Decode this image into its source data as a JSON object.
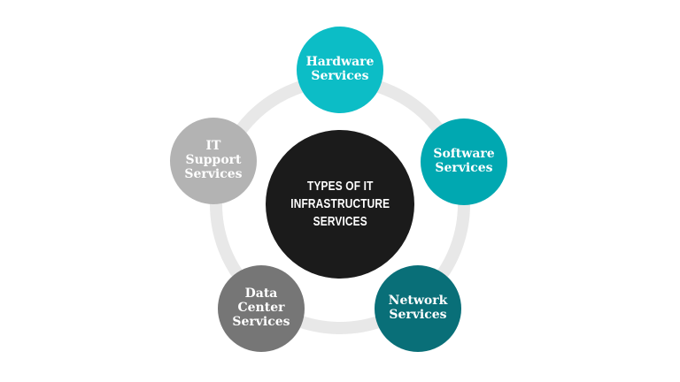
{
  "diagram": {
    "background_color": "#ffffff",
    "ring_color": "#e8e8e8",
    "text_color": "#ffffff",
    "center": {
      "label": "TYPES OF IT\nINFRASTRUCTURE\nSERVICES",
      "color": "#1b1b1b"
    },
    "nodes": [
      {
        "id": "hardware-services",
        "label": "Hardware\nServices",
        "color": "#0cbdc6"
      },
      {
        "id": "software-services",
        "label": "Software\nServices",
        "color": "#00a8b1"
      },
      {
        "id": "network-services",
        "label": "Network\nServices",
        "color": "#096f78"
      },
      {
        "id": "data-center-services",
        "label": "Data\nCenter\nServices",
        "color": "#767676"
      },
      {
        "id": "it-support-services",
        "label": "IT\nSupport\nServices",
        "color": "#b3b3b3"
      }
    ]
  }
}
